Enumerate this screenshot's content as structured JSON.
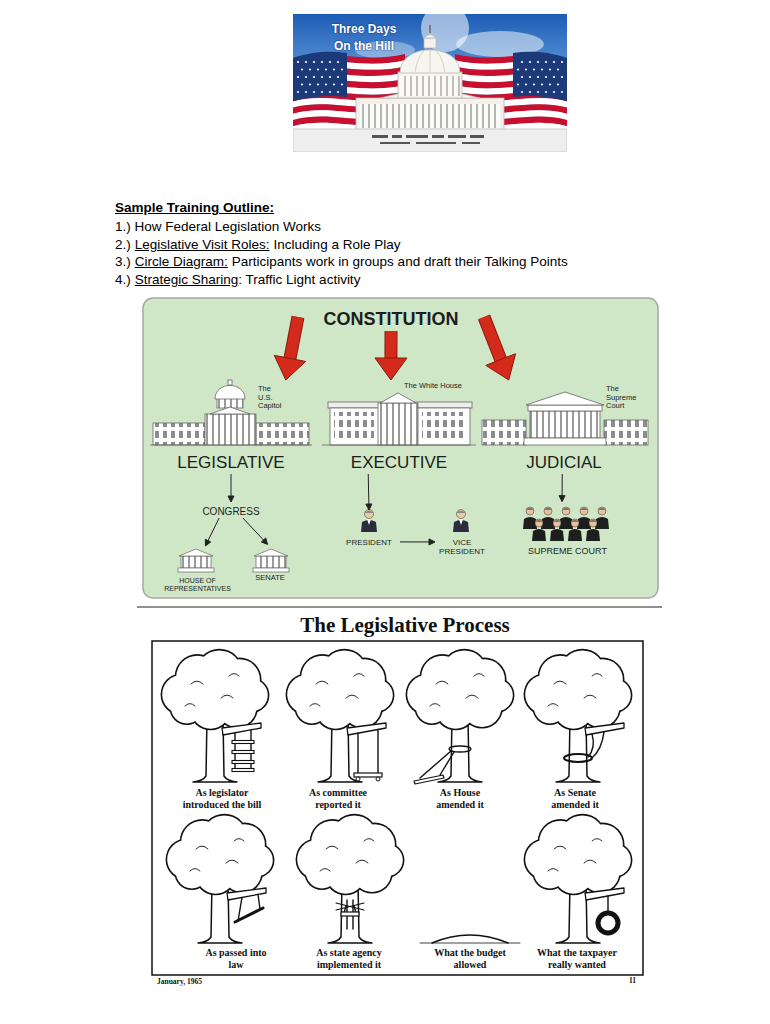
{
  "diagram": {
    "title": "Three Days On the Hill",
    "nodes": [
      {
        "text": [
          "CONSTITUTION"
        ]
      },
      {
        "text": [
          "LEGISLATIVE"
        ]
      },
      {
        "text": [
          "EXECUTIVE"
        ]
      },
      {
        "text": [
          "JUDICIAL"
        ]
      },
      {
        "text": [
          "CONGRESS"
        ]
      },
      {
        "text": [
          "PRESIDENT"
        ]
      },
      {
        "text": [
          "VICE PRESIDENT"
        ]
      },
      {
        "text": [
          "SUPREME COURT"
        ]
      },
      {
        "text": [
          "HOUSE OF REPRESENTATIVES"
        ]
      },
      {
        "text": [
          "SENATE"
        ]
      }
    ],
    "edges": [
      {
        "from": 0,
        "to": 1,
        "arrow": "to"
      },
      {
        "from": 0,
        "to": 2,
        "arrow": "to"
      },
      {
        "from": 0,
        "to": 3,
        "arrow": "to"
      },
      {
        "from": 1,
        "to": 4,
        "arrow": "to"
      },
      {
        "from": 4,
        "to": 8,
        "arrow": "to"
      },
      {
        "from": 4,
        "to": 9,
        "arrow": "to"
      },
      {
        "from": 2,
        "to": 5,
        "arrow": "to"
      },
      {
        "from": 5,
        "to": 6,
        "arrow": "to"
      },
      {
        "from": 3,
        "to": 7,
        "arrow": "to"
      }
    ],
    "labels": [
      "Sample Training Outline:",
      "1.) How Federal Legislation Works",
      "2.)",
      "Legislative Visit Roles:",
      "Including a Role Play",
      "3.)",
      "Circle Diagram:",
      "Participants work in groups and draft their Talking Points",
      "4.)",
      "Strategic Sharing",
      ": Traffic Light activity",
      "The U.S. Capitol",
      "The White House",
      "The Supreme Court",
      "The Legislative Process",
      "As legislator introduced the bill",
      "As committee reported it",
      "As House amended it",
      "As Senate amended it",
      "As passed into law",
      "As state agency implemented it",
      "What the budget allowed",
      "What the taxpayer really wanted",
      "January, 1965",
      "11"
    ]
  }
}
